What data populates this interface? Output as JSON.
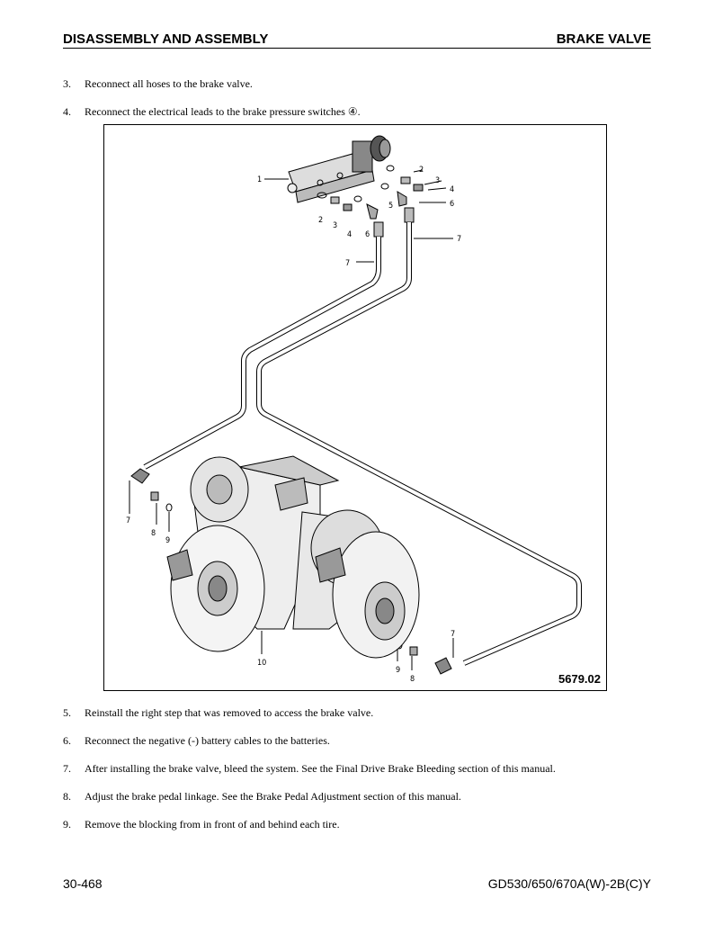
{
  "header": {
    "left": "DISASSEMBLY AND ASSEMBLY",
    "right": "BRAKE VALVE"
  },
  "steps_top": [
    {
      "num": "3.",
      "text": "Reconnect all hoses to the brake valve."
    },
    {
      "num": "4.",
      "text": "Reconnect the electrical leads to the brake pressure switches ④."
    }
  ],
  "figure": {
    "code": "5679.02",
    "callouts": {
      "c1": "1",
      "c2a": "2",
      "c3a": "3",
      "c4a": "4",
      "c6a": "6",
      "c2b": "2",
      "c3b": "3",
      "c4b": "4",
      "c5": "5",
      "c6b": "6",
      "c7a": "7",
      "c7b": "7",
      "c7c": "7",
      "c8a": "8",
      "c9a": "9",
      "c10": "10",
      "c9b": "9",
      "c8b": "8",
      "c7d": "7"
    }
  },
  "steps_bottom": [
    {
      "num": "5.",
      "text": "Reinstall the right step that was removed to access the brake valve."
    },
    {
      "num": "6.",
      "text": "Reconnect the negative (-) battery cables to the batteries."
    },
    {
      "num": "7.",
      "text": "After installing the brake valve, bleed the system. See the Final Drive Brake Bleeding section of this manual."
    },
    {
      "num": "8.",
      "text": "Adjust the brake pedal linkage. See the Brake Pedal Adjustment section of this manual."
    },
    {
      "num": "9.",
      "text": "Remove the blocking from in front of and behind each tire."
    }
  ],
  "footer": {
    "left": "30-468",
    "right": "GD530/650/670A(W)-2B(C)Y"
  }
}
